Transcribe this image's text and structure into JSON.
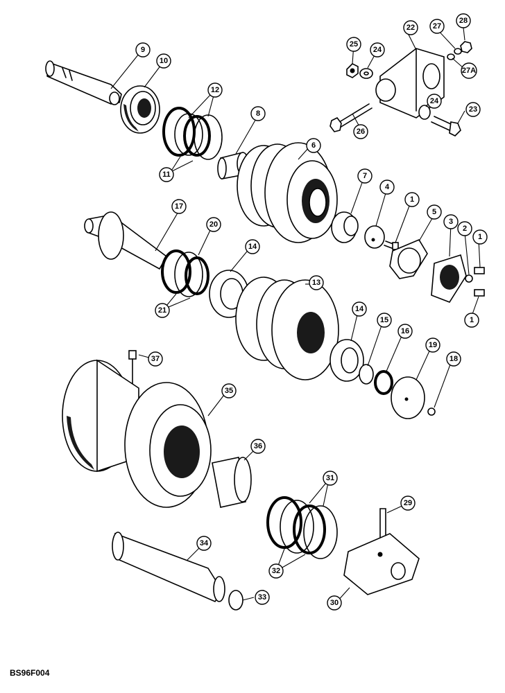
{
  "figure_code": "BS96F004",
  "callouts": [
    {
      "label": "9"
    },
    {
      "label": "10"
    },
    {
      "label": "12"
    },
    {
      "label": "11"
    },
    {
      "label": "8"
    },
    {
      "label": "6"
    },
    {
      "label": "22"
    },
    {
      "label": "28"
    },
    {
      "label": "27"
    },
    {
      "label": "27A"
    },
    {
      "label": "25"
    },
    {
      "label": "24"
    },
    {
      "label": "24"
    },
    {
      "label": "23"
    },
    {
      "label": "26"
    },
    {
      "label": "7"
    },
    {
      "label": "4"
    },
    {
      "label": "1"
    },
    {
      "label": "5"
    },
    {
      "label": "3"
    },
    {
      "label": "2"
    },
    {
      "label": "1"
    },
    {
      "label": "1"
    },
    {
      "label": "17"
    },
    {
      "label": "20"
    },
    {
      "label": "14"
    },
    {
      "label": "21"
    },
    {
      "label": "13"
    },
    {
      "label": "14"
    },
    {
      "label": "15"
    },
    {
      "label": "16"
    },
    {
      "label": "19"
    },
    {
      "label": "18"
    },
    {
      "label": "37"
    },
    {
      "label": "35"
    },
    {
      "label": "36"
    },
    {
      "label": "31"
    },
    {
      "label": "32"
    },
    {
      "label": "29"
    },
    {
      "label": "34"
    },
    {
      "label": "33"
    },
    {
      "label": "30"
    }
  ]
}
